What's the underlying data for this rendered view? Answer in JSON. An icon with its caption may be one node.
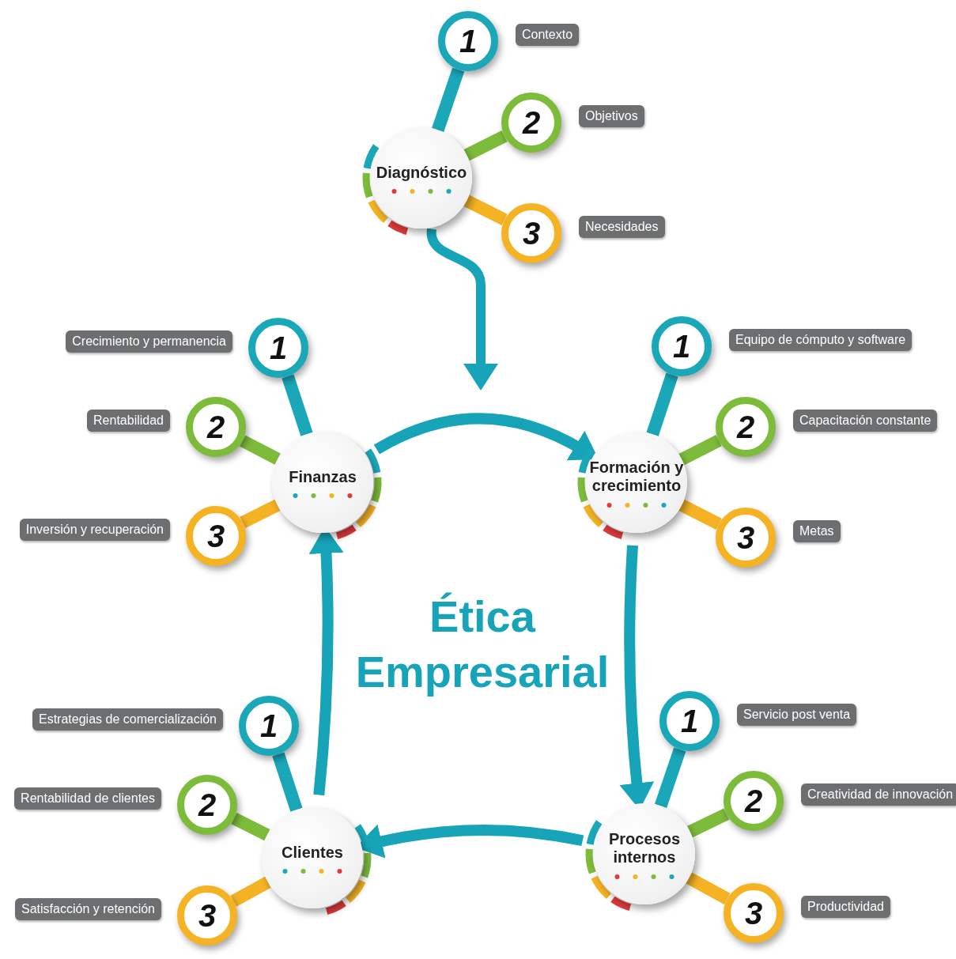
{
  "diagram": {
    "nodes": [
      {
        "text": [
          "Diagnóstico"
        ]
      },
      {
        "text": [
          "1"
        ],
        "beside": [
          "Contexto"
        ]
      },
      {
        "text": [
          "2"
        ],
        "beside": [
          "Objetivos"
        ]
      },
      {
        "text": [
          "3"
        ],
        "beside": [
          "Necesidades"
        ]
      },
      {
        "text": [
          "Finanzas"
        ]
      },
      {
        "text": [
          "1"
        ],
        "beside": [
          "Crecimiento y permanencia"
        ]
      },
      {
        "text": [
          "2"
        ],
        "beside": [
          "Rentabilidad"
        ]
      },
      {
        "text": [
          "3"
        ],
        "beside": [
          "Inversión y recuperación"
        ]
      },
      {
        "text": [
          "Formación y crecimiento"
        ]
      },
      {
        "text": [
          "1"
        ],
        "beside": [
          "Equipo de cómputo y software"
        ]
      },
      {
        "text": [
          "2"
        ],
        "beside": [
          "Capacitación constante"
        ]
      },
      {
        "text": [
          "3"
        ],
        "beside": [
          "Metas"
        ]
      },
      {
        "text": [
          "Clientes"
        ]
      },
      {
        "text": [
          "1"
        ],
        "beside": [
          "Estrategias de comercialización"
        ]
      },
      {
        "text": [
          "2"
        ],
        "beside": [
          "Rentabilidad de clientes"
        ]
      },
      {
        "text": [
          "3"
        ],
        "beside": [
          "Satisfacción y retención"
        ]
      },
      {
        "text": [
          "Procesos internos"
        ]
      },
      {
        "text": [
          "1"
        ],
        "beside": [
          "Servicio post venta"
        ]
      },
      {
        "text": [
          "2"
        ],
        "beside": [
          "Creatividad de innovación"
        ]
      },
      {
        "text": [
          "3"
        ],
        "beside": [
          "Productividad"
        ]
      }
    ],
    "edges": [
      {
        "from": 0,
        "to": 1,
        "arrow": "none",
        "color": "#1aa7b8"
      },
      {
        "from": 0,
        "to": 2,
        "arrow": "none",
        "color": "#7dbb3a"
      },
      {
        "from": 0,
        "to": 3,
        "arrow": "none",
        "color": "#f5b324"
      },
      {
        "from": 4,
        "to": 5,
        "arrow": "none",
        "color": "#1aa7b8"
      },
      {
        "from": 4,
        "to": 6,
        "arrow": "none",
        "color": "#7dbb3a"
      },
      {
        "from": 4,
        "to": 7,
        "arrow": "none",
        "color": "#f5b324"
      },
      {
        "from": 8,
        "to": 9,
        "arrow": "none",
        "color": "#1aa7b8"
      },
      {
        "from": 8,
        "to": 10,
        "arrow": "none",
        "color": "#7dbb3a"
      },
      {
        "from": 8,
        "to": 11,
        "arrow": "none",
        "color": "#f5b324"
      },
      {
        "from": 12,
        "to": 13,
        "arrow": "none",
        "color": "#1aa7b8"
      },
      {
        "from": 12,
        "to": 14,
        "arrow": "none",
        "color": "#7dbb3a"
      },
      {
        "from": 12,
        "to": 15,
        "arrow": "none",
        "color": "#f5b324"
      },
      {
        "from": 16,
        "to": 17,
        "arrow": "none",
        "color": "#1aa7b8"
      },
      {
        "from": 16,
        "to": 18,
        "arrow": "none",
        "color": "#7dbb3a"
      },
      {
        "from": 16,
        "to": 19,
        "arrow": "none",
        "color": "#f5b324"
      },
      {
        "from": 0,
        "to": null,
        "arrow": "to",
        "color": "#17a3b8"
      },
      {
        "from": 4,
        "to": 8,
        "arrow": "to",
        "color": "#17a3b8"
      },
      {
        "from": 8,
        "to": 16,
        "arrow": "to",
        "color": "#17a3b8"
      },
      {
        "from": 16,
        "to": 12,
        "arrow": "to",
        "color": "#17a3b8"
      },
      {
        "from": 12,
        "to": 4,
        "arrow": "to",
        "color": "#17a3b8"
      }
    ],
    "labels": [
      "Ética Empresarial"
    ]
  }
}
